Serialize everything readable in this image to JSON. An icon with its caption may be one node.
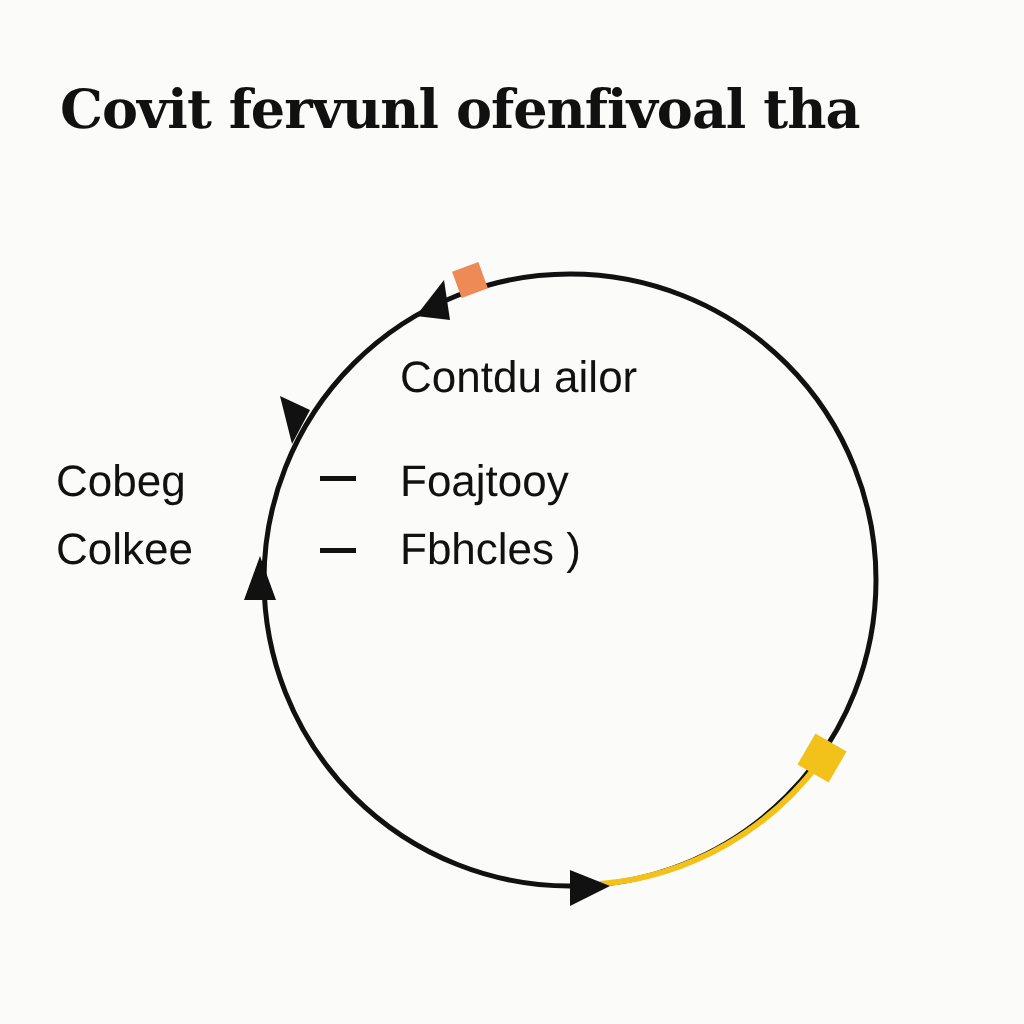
{
  "diagram": {
    "title": "Covit fervunl ofenfivoal tha",
    "labels": [
      "Contdu ailor",
      "Cobeg",
      "Foajtooy",
      "Colkee",
      "Fbhcles )"
    ]
  }
}
